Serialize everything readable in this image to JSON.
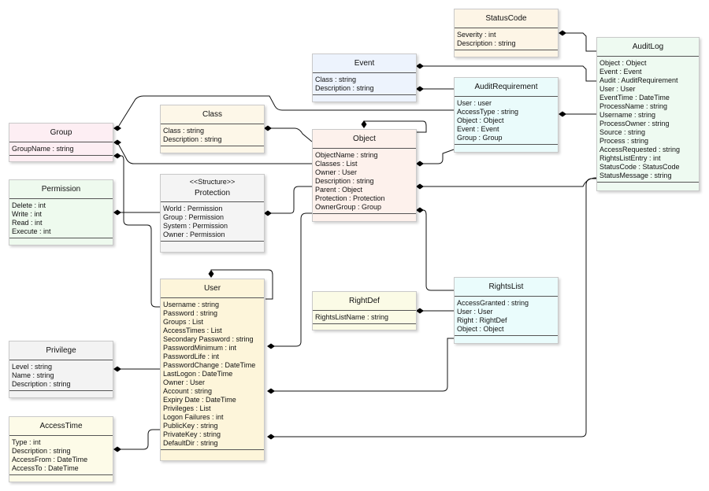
{
  "classes": {
    "status_code": {
      "name": "StatusCode",
      "attributes": [
        "Severity : int",
        "Description : string"
      ],
      "color": "#fdf5e6"
    },
    "audit_log": {
      "name": "AuditLog",
      "attributes": [
        "Object : Object",
        "Event : Event",
        "Audit : AuditRequirement",
        "User : User",
        "EventTime : DateTime",
        "ProcessName : string",
        "Username : string",
        "ProcessOwner : string",
        "Source : string",
        "Process : string",
        "AccessRequested : string",
        "RightsListEntry : int",
        "StatusCode : StatusCode",
        "StatusMessage : string"
      ],
      "color": "#eefaf1"
    },
    "event": {
      "name": "Event",
      "attributes": [
        "Class : string",
        "Description : string"
      ],
      "color": "#edf3fd"
    },
    "audit_requirement": {
      "name": "AuditRequirement",
      "attributes": [
        "User : user",
        "AccessType : string",
        "Object : Object",
        "Event : Event",
        "Group : Group"
      ],
      "color": "#eafbfb"
    },
    "group": {
      "name": "Group",
      "attributes": [
        "GroupName : string"
      ],
      "color": "#fdeef3"
    },
    "class_box": {
      "name": "Class",
      "attributes": [
        "Class : string",
        "Description : string"
      ],
      "color": "#fdf7e8"
    },
    "object": {
      "name": "Object",
      "attributes": [
        "ObjectName : string",
        "Classes : List",
        "Owner : User",
        "Description : string",
        "Parent : Object",
        "Protection : Protection",
        "OwnerGroup : Group"
      ],
      "color": "#fdf1ec"
    },
    "permission": {
      "name": "Permission",
      "attributes": [
        "Delete : int",
        "Write : int",
        "Read : int",
        "Execute : int"
      ],
      "color": "#eefaee"
    },
    "protection": {
      "stereotype": "<<Structure>>",
      "name": "Protection",
      "attributes": [
        "World : Permission",
        "Group : Permission",
        "System : Permission",
        "Owner : Permission"
      ],
      "color": "#f4f4f4"
    },
    "user": {
      "name": "User",
      "attributes": [
        "Username : string",
        "Password : string",
        "Groups : List",
        "AccessTimes : List",
        "Secondary Password : string",
        "PasswordMinimum : int",
        "PasswordLife : int",
        "PasswordChange : DateTime",
        "LastLogon : DateTime",
        "Owner : User",
        "Account : string",
        "Expiry Date : DateTime",
        "Privileges : List",
        "Logon Failures : int",
        "PublicKey : string",
        "PrivateKey : string",
        "DefaultDir : string"
      ],
      "color": "#fdf5da"
    },
    "right_def": {
      "name": "RightDef",
      "attributes": [
        "RightsListName : string"
      ],
      "color": "#fbfbe6"
    },
    "rights_list": {
      "name": "RightsList",
      "attributes": [
        "AccessGranted : string",
        "User : User",
        "Right : RightDef",
        "Object : Object"
      ],
      "color": "#eafcfc"
    },
    "privilege": {
      "name": "Privilege",
      "attributes": [
        "Level : string",
        "Name : string",
        "Description : string"
      ],
      "color": "#f3f3f3"
    },
    "access_time": {
      "name": "AccessTime",
      "attributes": [
        "Type : int",
        "Description : string",
        "AccessFrom : DateTime",
        "AccessTo : DateTime"
      ],
      "color": "#fdfbe8"
    }
  }
}
